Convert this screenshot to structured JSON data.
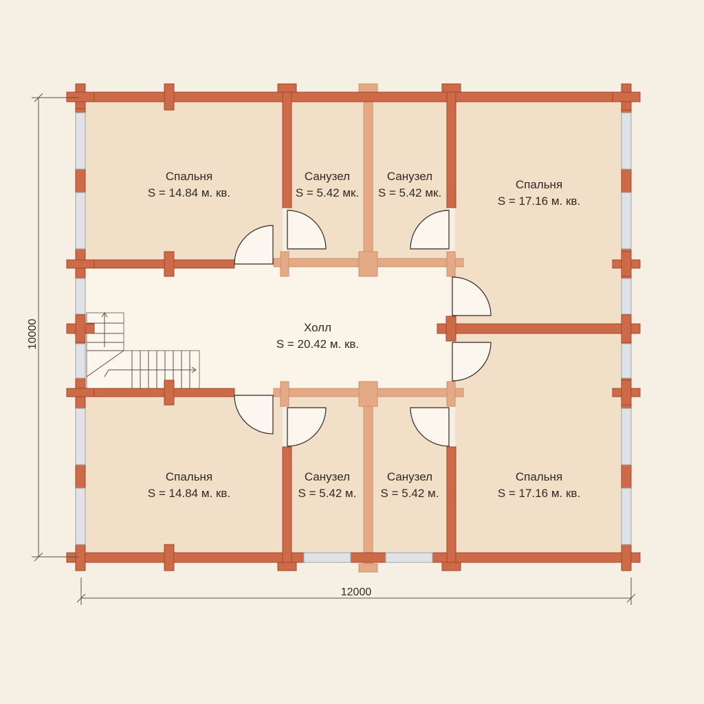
{
  "plan": {
    "rooms": [
      {
        "id": "bedroom-nw",
        "name": "Спальня",
        "area": "S = 14.84 м. кв."
      },
      {
        "id": "bath-n1",
        "name": "Санузел",
        "area": "S = 5.42 мк."
      },
      {
        "id": "bath-n2",
        "name": "Санузел",
        "area": "S = 5.42 мк."
      },
      {
        "id": "bedroom-ne",
        "name": "Спальня",
        "area": "S = 17.16 м. кв."
      },
      {
        "id": "hall",
        "name": "Холл",
        "area": "S = 20.42 м. кв."
      },
      {
        "id": "bedroom-sw",
        "name": "Спальня",
        "area": "S = 14.84 м. кв."
      },
      {
        "id": "bath-s1",
        "name": "Санузел",
        "area": "S = 5.42 м."
      },
      {
        "id": "bath-s2",
        "name": "Санузел",
        "area": "S = 5.42 м."
      },
      {
        "id": "bedroom-se",
        "name": "Спальня",
        "area": "S = 17.16 м. кв."
      }
    ],
    "dimensions": {
      "width": "12000",
      "height": "10000"
    },
    "colors": {
      "background": "#f6efe3",
      "floor": "#f1dfc8",
      "hall_floor": "#fbf4e8",
      "log_wall": "#cd6a47",
      "log_wall_edge": "#a4472b",
      "partition": "#e4aa86",
      "window_glass": "#dfe3e5",
      "window_frame": "#9aa4aa",
      "dimension_line": "#55504a"
    }
  }
}
